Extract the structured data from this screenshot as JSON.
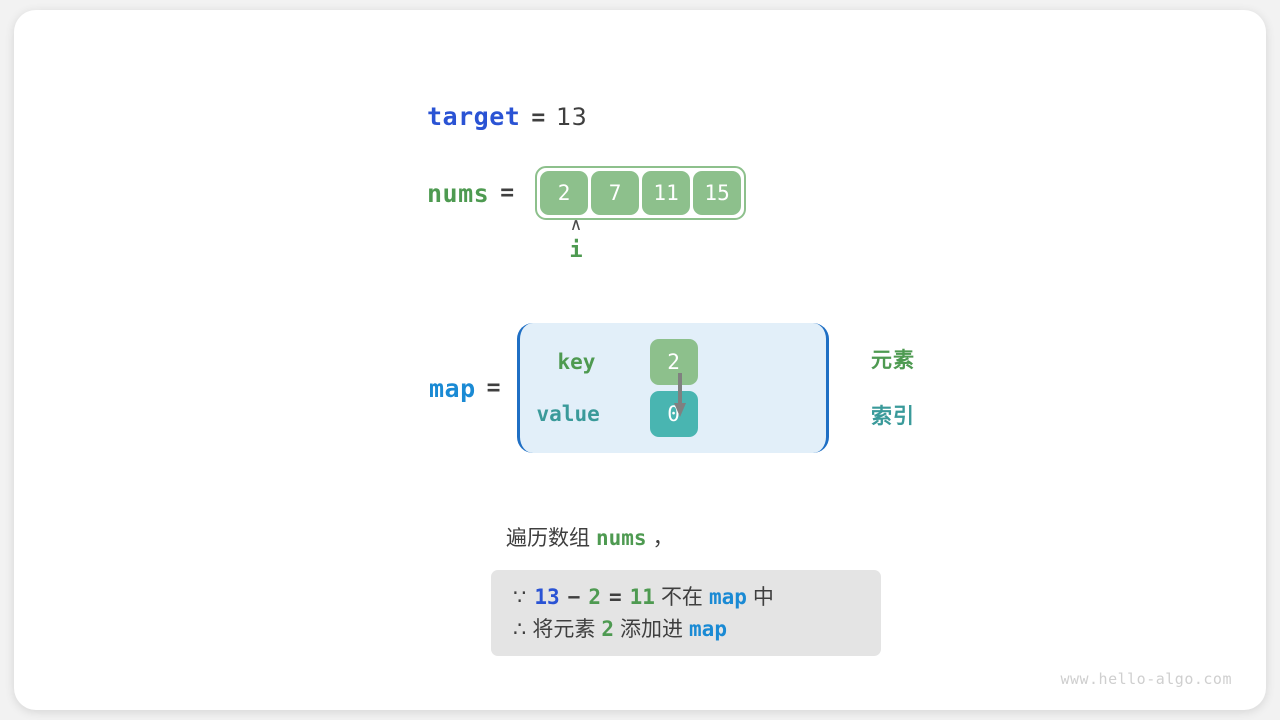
{
  "diagram": {
    "title_vars": {
      "target_label": "target",
      "equals": "=",
      "target_value": "13",
      "nums_label": "nums",
      "map_label": "map"
    },
    "array": {
      "name": "nums",
      "cells": [
        "2",
        "7",
        "11",
        "15"
      ],
      "pointer": {
        "caret": "∧",
        "label": "i",
        "points_to_index": 0
      }
    },
    "map": {
      "name": "map",
      "key_label": "key",
      "value_label": "value",
      "key_cell": "2",
      "value_cell": "0",
      "side_label_element": "元素",
      "side_label_index": "索引"
    },
    "caption": {
      "prefix": "遍历数组",
      "code": "nums",
      "suffix": "，"
    },
    "info_box": {
      "line1": {
        "symbol": "∵",
        "a": "13",
        "minus": "−",
        "b": "2",
        "eq": "=",
        "c": "11",
        "text1": "不在",
        "map": "map",
        "text2": "中"
      },
      "line2": {
        "symbol": "∴",
        "text1": "将元素",
        "val": "2",
        "text2": "添加进",
        "map": "map"
      }
    },
    "watermark": "www.hello-algo.com",
    "colors": {
      "green": "#4e9a51",
      "green_fill": "#8dc08c",
      "teal": "#3a9a9a",
      "teal_fill": "#49b5b1",
      "blue": "#2a53d4",
      "light_blue": "#1a8ad4",
      "map_box_fill": "#e2eff9",
      "map_box_border": "#1f6fc4",
      "info_box_fill": "#e4e4e4",
      "text_dark": "#3f3f3f",
      "arrow_gray": "#808080"
    }
  }
}
